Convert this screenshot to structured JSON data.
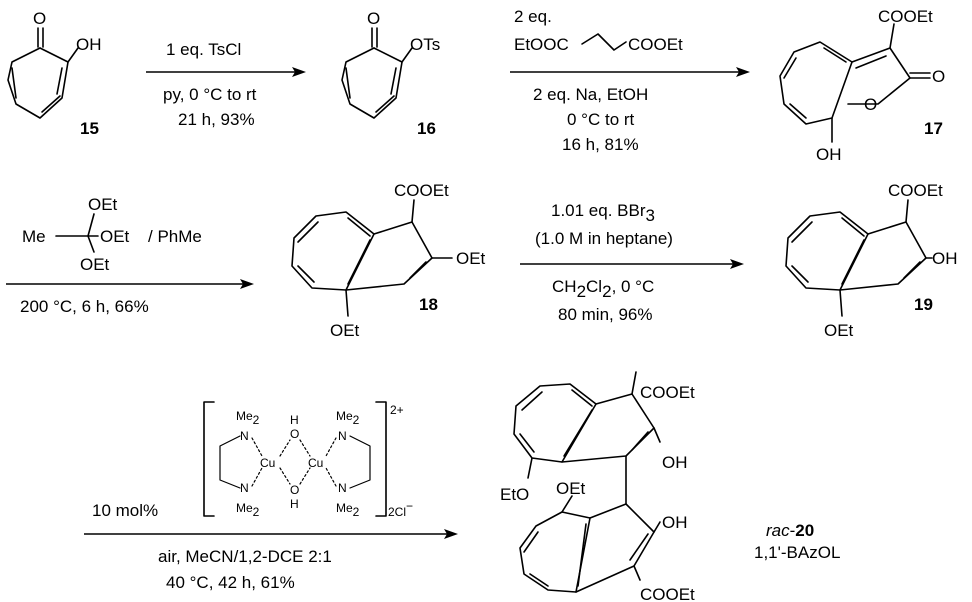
{
  "reaction1": {
    "reagent_line1": "1 eq. TsCl",
    "cond_line1": "py, 0 °C to rt",
    "cond_line2": "21 h, 93%"
  },
  "reaction2": {
    "reagent_line1": "2 eq.",
    "reagent_line2": "EtOOC",
    "reagent_line2b": "COOEt",
    "cond_line1": "2 eq. Na, EtOH",
    "cond_line2": "0 °C to rt",
    "cond_line3": "16 h, 81%"
  },
  "reaction3": {
    "reagent_me": "Me",
    "reagent_oet": "OEt",
    "reagent_solvent": "/ PhMe",
    "cond_line1": "200 °C, 6 h,  66%"
  },
  "reaction4": {
    "reagent_line1_pre": "1.01 eq. BBr",
    "reagent_line1_sub": "3",
    "reagent_line2": "(1.0 M in heptane)",
    "cond_line1_a": "CH",
    "cond_line1_sub1": "2",
    "cond_line1_b": "Cl",
    "cond_line1_sub2": "2",
    "cond_line1_c": ", 0 °C",
    "cond_line2": "80 min, 96%"
  },
  "reaction5": {
    "catalyst_loading": "10 mol%",
    "cond_line1": "air, MeCN/1,2-DCE 2:1",
    "cond_line2": "40 °C, 42 h, 61%",
    "complex": {
      "me": "Me",
      "me_sub": "2",
      "n": "N",
      "cu": "Cu",
      "o": "O",
      "h": "H",
      "charge": "2+",
      "counterion": "2Cl",
      "counterion_charge": "−"
    }
  },
  "compounds": {
    "c15": {
      "number": "15",
      "o_label": "O",
      "oh_label": "OH"
    },
    "c16": {
      "number": "16",
      "o_label": "O",
      "ots_label": "OTs"
    },
    "c17": {
      "number": "17",
      "ester": "COOEt",
      "o_label": "O",
      "ring_o": "O",
      "oh_label": "OH"
    },
    "c18": {
      "number": "18",
      "ester": "COOEt",
      "oet_2": "OEt",
      "oet_4": "OEt"
    },
    "c19": {
      "number": "19",
      "ester": "COOEt",
      "oh_label": "OH",
      "oet_4": "OEt"
    },
    "c20": {
      "ester_top": "COOEt",
      "oh_top": "OH",
      "eto": "EtO",
      "oet": "OEt",
      "oh_bottom": "OH",
      "ester_bottom": "COOEt",
      "name_prefix": "rac",
      "name_dash": "-",
      "number": "20",
      "common_name": "1,1'-BAzOL"
    }
  }
}
